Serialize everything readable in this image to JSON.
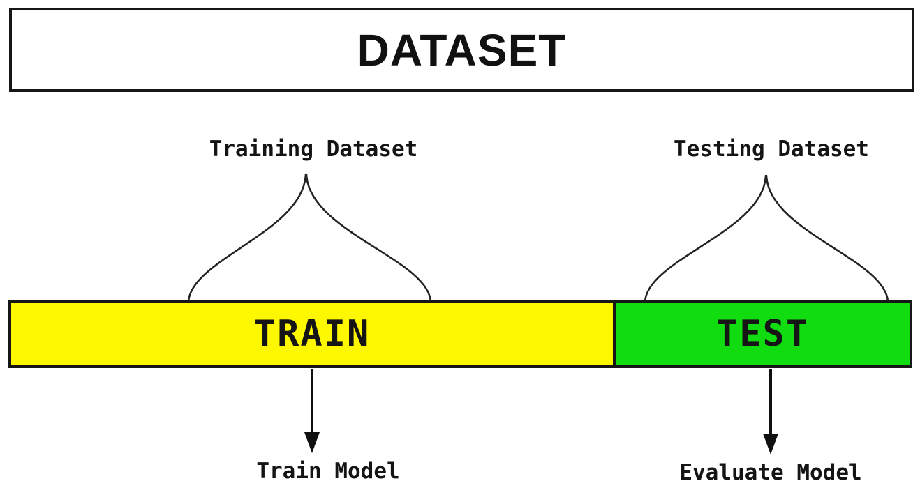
{
  "diagram": {
    "title": "DATASET",
    "train": {
      "brace_label": "Training Dataset",
      "segment_label": "TRAIN",
      "arrow_label": "Train Model",
      "color": "#FDF800"
    },
    "test": {
      "brace_label": "Testing Dataset",
      "segment_label": "TEST",
      "arrow_label": "Evaluate Model",
      "color": "#10DC10"
    },
    "split": {
      "train_fraction": 0.673,
      "test_fraction": 0.327
    },
    "colors": {
      "border": "#161616",
      "background": "#ffffff",
      "line": "#232323"
    }
  }
}
